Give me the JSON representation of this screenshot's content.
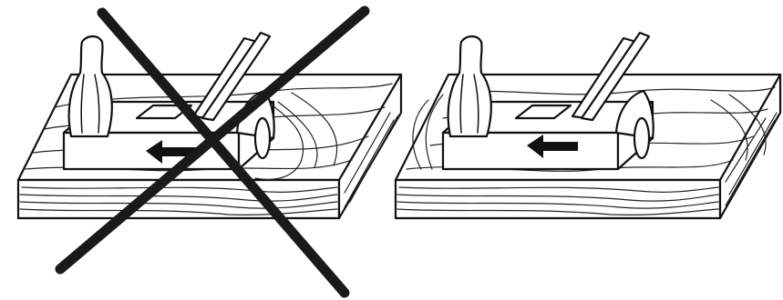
{
  "figure": {
    "panels": [
      {
        "id": "wrong",
        "marked_incorrect": true,
        "arrow_direction": "left"
      },
      {
        "id": "right",
        "marked_incorrect": false,
        "arrow_direction": "left"
      }
    ],
    "colors": {
      "background": "#ffffff",
      "ink": "#111111",
      "cross": "#1a1a1a"
    },
    "icons": [
      "hand-plane-icon",
      "wood-board",
      "direction-arrow-icon",
      "cross-out-mark"
    ]
  }
}
